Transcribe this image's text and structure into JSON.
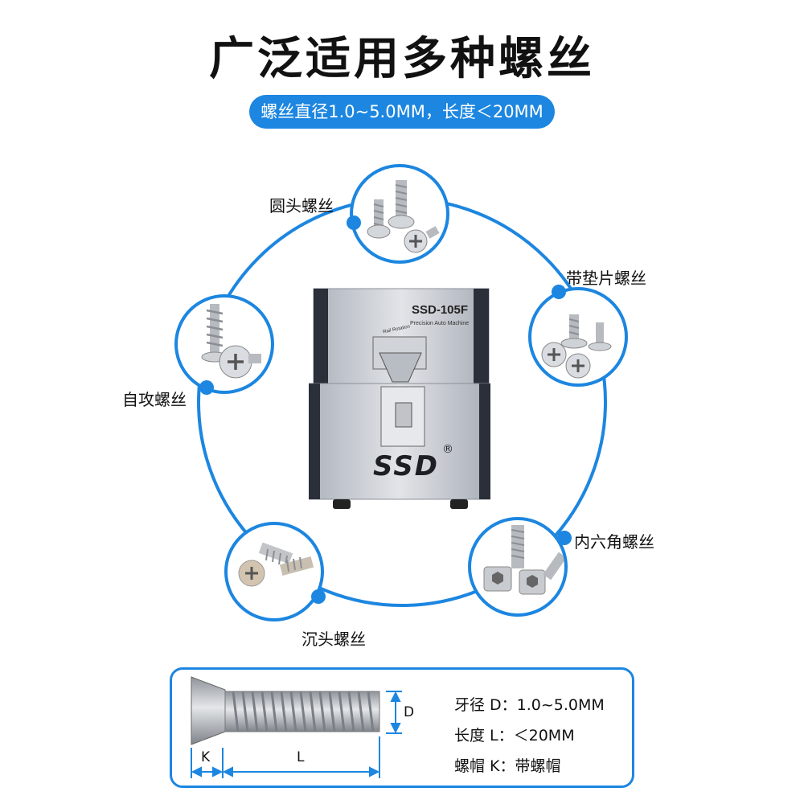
{
  "header": {
    "title": "广泛适用多种螺丝",
    "subtitle": "螺丝直径1.0~5.0MM，长度＜20MM"
  },
  "types": [
    {
      "label": "圆头螺丝",
      "icon": "round-head-screws"
    },
    {
      "label": "带垫片螺丝",
      "icon": "washer-screws"
    },
    {
      "label": "内六角螺丝",
      "icon": "hex-socket-screws"
    },
    {
      "label": "沉头螺丝",
      "icon": "countersunk-screws"
    },
    {
      "label": "自攻螺丝",
      "icon": "self-tapping-screws"
    }
  ],
  "machine": {
    "model": "SSD-105F",
    "caption": "Precision Auto Machine",
    "rail_text": "Rail Rotation",
    "brand": "SSD",
    "registered": "®"
  },
  "diagram": {
    "d_label": "D",
    "k_label": "K",
    "l_label": "L"
  },
  "specs": [
    "牙径 D：1.0~5.0MM",
    "长度 L：＜20MM",
    "螺帽 K：带螺帽"
  ],
  "colors": {
    "accent": "#1c86e0",
    "machine_silver": "#c9ccd3",
    "machine_dark": "#2b2f3a"
  }
}
